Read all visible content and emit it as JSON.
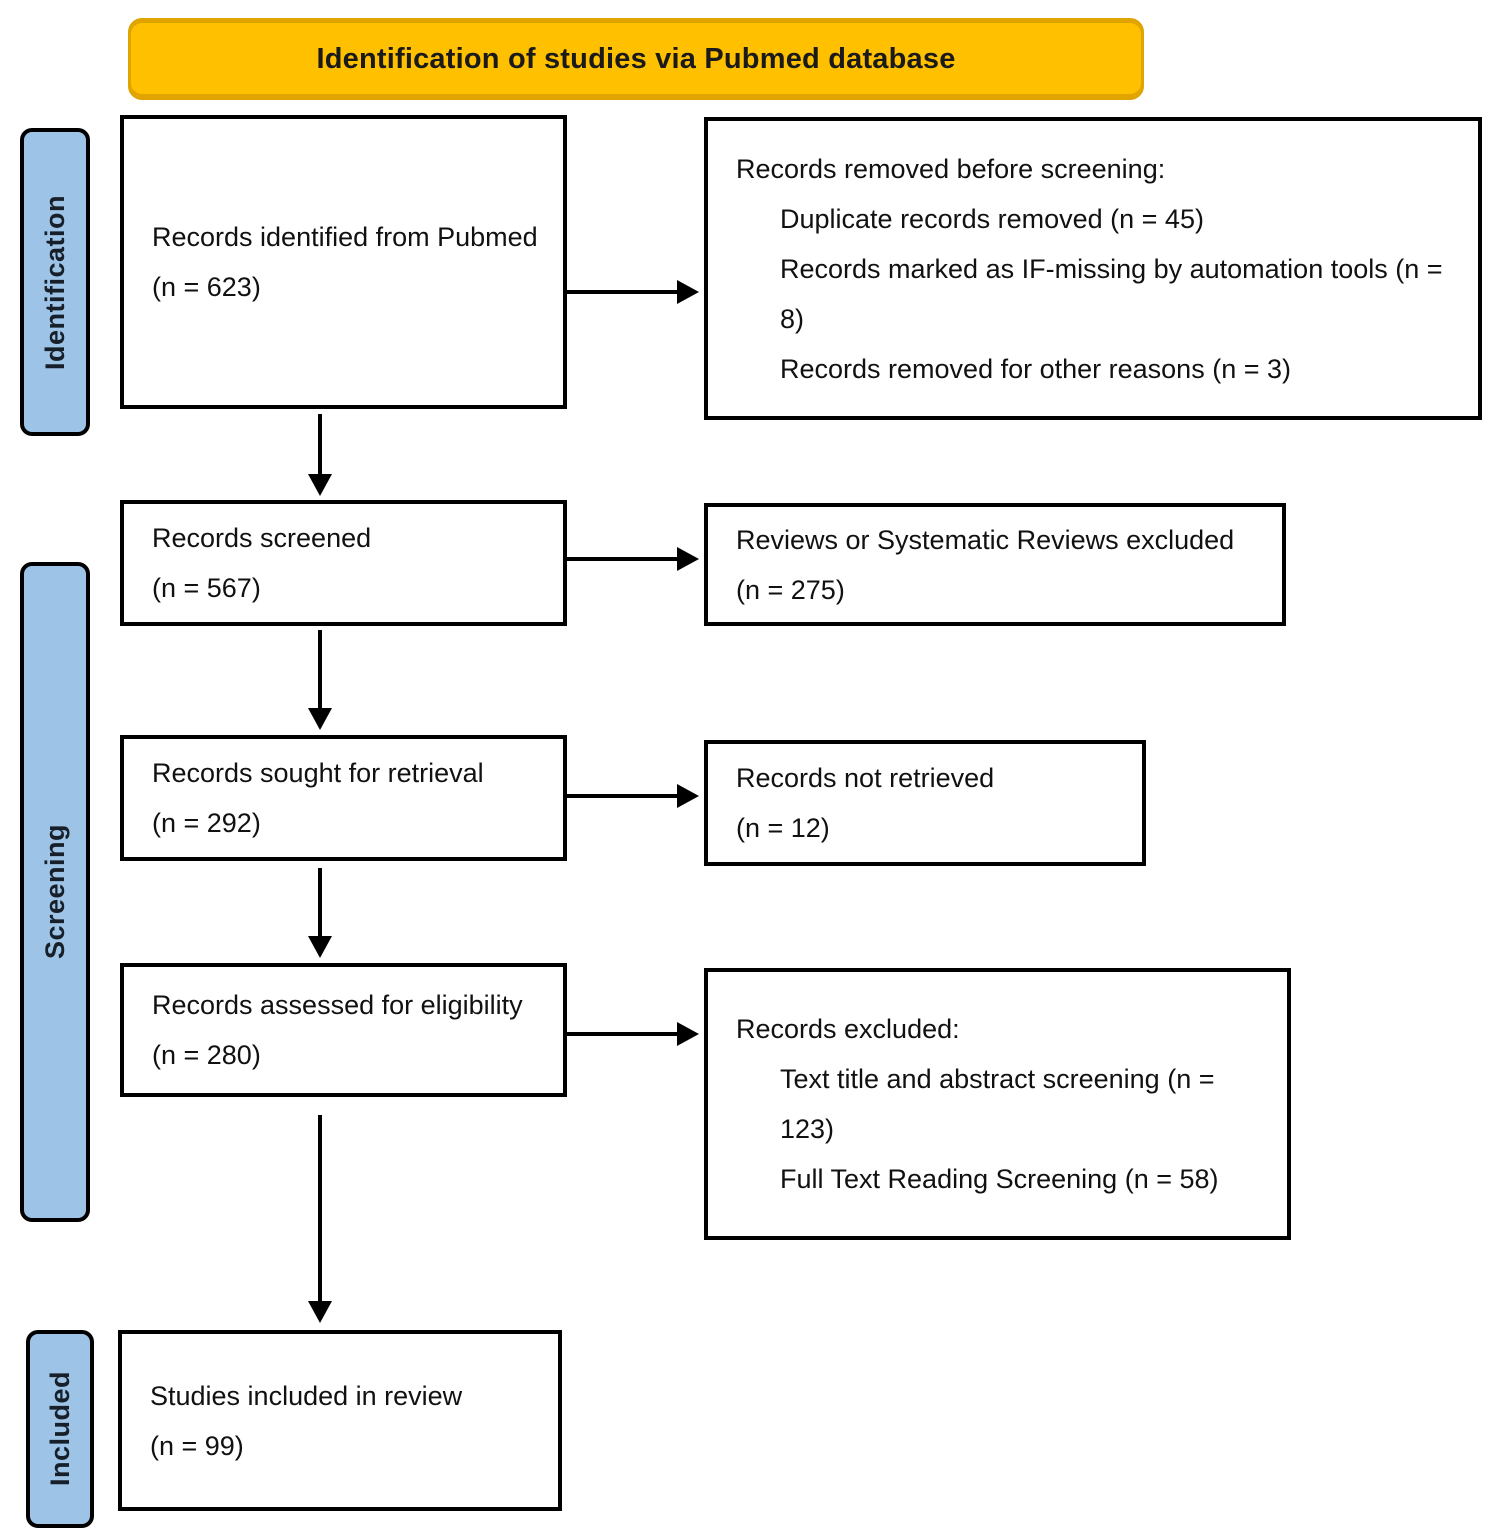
{
  "title": "Identification of studies via Pubmed database",
  "colors": {
    "banner": "#FFC000",
    "stage_label": "#9DC3E6",
    "box_border": "#000000",
    "arrow": "#000000"
  },
  "stages": [
    {
      "label": "Identification"
    },
    {
      "label": "Screening"
    },
    {
      "label": "Included"
    }
  ],
  "boxes": {
    "identified": {
      "line1": "Records identified from Pubmed",
      "line2": "(n = 623)"
    },
    "removed": {
      "header": "Records removed before screening:",
      "items": [
        "Duplicate records removed (n = 45)",
        "Records marked as IF-missing by automation tools (n = 8)",
        "Records removed for other reasons (n = 3)"
      ]
    },
    "screened": {
      "line1": "Records screened",
      "line2": "(n = 567)"
    },
    "reviews_excluded": {
      "line1": "Reviews or Systematic Reviews excluded",
      "line2": "(n = 275)"
    },
    "sought": {
      "line1": "Records sought for retrieval",
      "line2": "(n = 292)"
    },
    "not_retrieved": {
      "line1": "Records not retrieved",
      "line2": "(n = 12)"
    },
    "assessed": {
      "line1": "Records assessed for eligibility",
      "line2": "(n = 280)"
    },
    "excluded": {
      "header": "Records excluded:",
      "items": [
        "Text title and abstract screening (n = 123)",
        "Full Text Reading Screening (n = 58)"
      ]
    },
    "included": {
      "line1": "Studies included in review",
      "line2": "(n = 99)"
    }
  }
}
